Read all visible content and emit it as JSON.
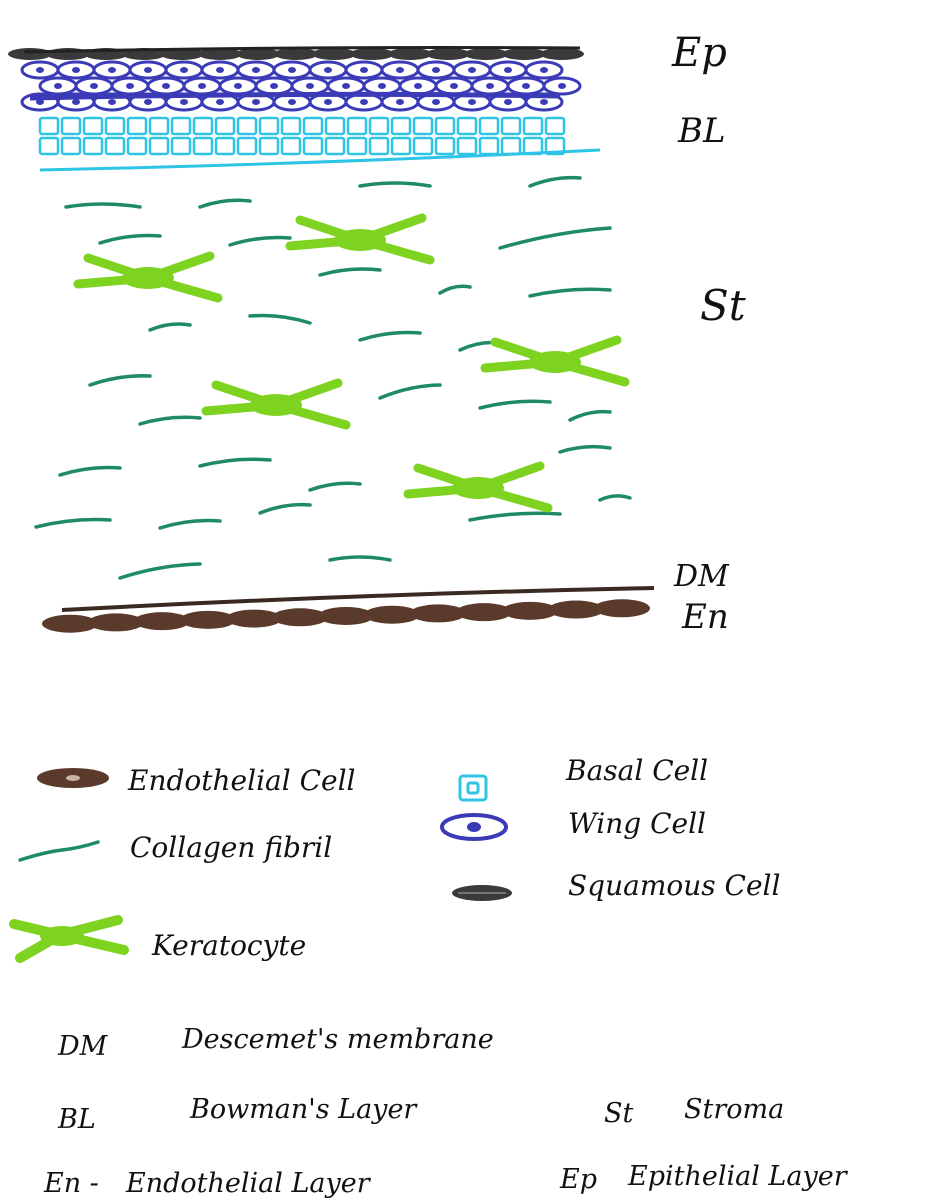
{
  "layer_labels": {
    "epithelium": "Ep",
    "bowman": "BL",
    "stroma": "St",
    "descemet": "DM",
    "endothelium": "En"
  },
  "legend": [
    {
      "icon": "endothelial-cell-icon",
      "label": "Endothelial Cell"
    },
    {
      "icon": "basal-cell-icon",
      "label": "Basal Cell"
    },
    {
      "icon": "collagen-fibril-icon",
      "label": "Collagen fibril"
    },
    {
      "icon": "wing-cell-icon",
      "label": "Wing Cell"
    },
    {
      "icon": "squamous-cell-icon",
      "label": "Squamous Cell"
    },
    {
      "icon": "keratocyte-icon",
      "label": "Keratocyte"
    }
  ],
  "abbreviations": [
    {
      "abbr": "DM",
      "meaning": "Descemet's membrane"
    },
    {
      "abbr": "BL",
      "meaning": "Bowman's Layer"
    },
    {
      "abbr": "St",
      "meaning": "Stroma"
    },
    {
      "abbr": "En -",
      "meaning": "Endothelial Layer"
    },
    {
      "abbr": "Ep",
      "meaning": "Epithelial Layer"
    }
  ],
  "colors": {
    "squamous": "#3a3a3a",
    "wing": "#3b3bb8",
    "basal": "#2ec4e6",
    "collagen": "#1f8a6a",
    "keratocyte": "#7ed321",
    "endothelial": "#5a3a2a"
  }
}
